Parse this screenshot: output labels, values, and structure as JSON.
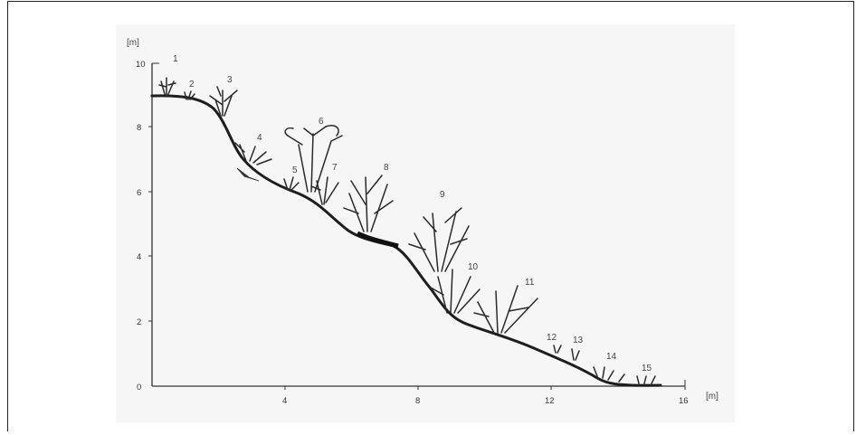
{
  "figure": {
    "y_unit": "[m]",
    "x_unit": "[m]",
    "y_ticks": [
      "0",
      "2",
      "4",
      "6",
      "8",
      "10"
    ],
    "x_ticks": [
      "4",
      "8",
      "12",
      "16"
    ],
    "plant_labels": [
      "1",
      "2",
      "3",
      "4",
      "5",
      "6",
      "7",
      "8",
      "9",
      "10",
      "11",
      "12",
      "13",
      "14",
      "15"
    ]
  }
}
